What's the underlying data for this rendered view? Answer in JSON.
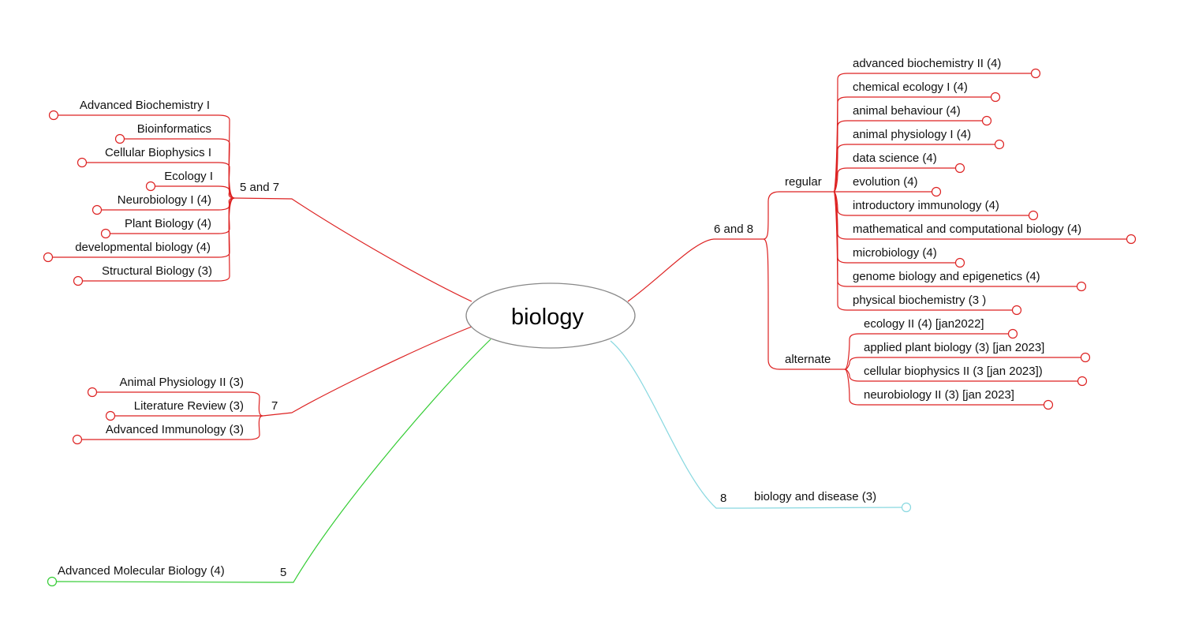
{
  "central": {
    "label": "biology"
  },
  "colors": {
    "red": "#dd2222",
    "green": "#33cc33",
    "cyan": "#88d8e0",
    "ellipse": "#888888"
  },
  "groups": [
    {
      "label": "5 and 7",
      "color": "#dd2222",
      "items": [
        "Advanced Biochemistry I",
        "Bioinformatics",
        "Cellular Biophysics I",
        "Ecology I",
        "Neurobiology I (4)",
        "Plant Biology (4)",
        "developmental biology (4)",
        "Structural Biology (3)"
      ]
    },
    {
      "label": "7",
      "color": "#dd2222",
      "items": [
        "Animal Physiology II (3)",
        "Literature Review  (3)",
        "Advanced Immunology (3)"
      ]
    },
    {
      "label": "5",
      "color": "#33cc33",
      "items": [
        "Advanced Molecular Biology (4)"
      ]
    },
    {
      "label": "6 and 8",
      "color": "#dd2222",
      "subgroups": [
        {
          "label": "regular",
          "items": [
            "advanced biochemistry II (4)",
            "chemical ecology I (4)",
            "animal behaviour (4)",
            "animal physiology I (4)",
            "data science (4)",
            "evolution (4)",
            "introductory immunology (4)",
            "mathematical and computational biology (4)",
            "microbiology (4)",
            "genome biology and epigenetics (4)",
            "physical biochemistry (3 )"
          ]
        },
        {
          "label": "alternate",
          "items": [
            "ecology II (4) [jan2022]",
            "applied plant biology (3) [jan 2023]",
            "cellular biophysics II (3 [jan 2023])",
            "neurobiology II (3) [jan 2023]"
          ]
        }
      ]
    },
    {
      "label": "8",
      "color": "#88d8e0",
      "items": [
        "biology and disease (3)"
      ]
    }
  ]
}
